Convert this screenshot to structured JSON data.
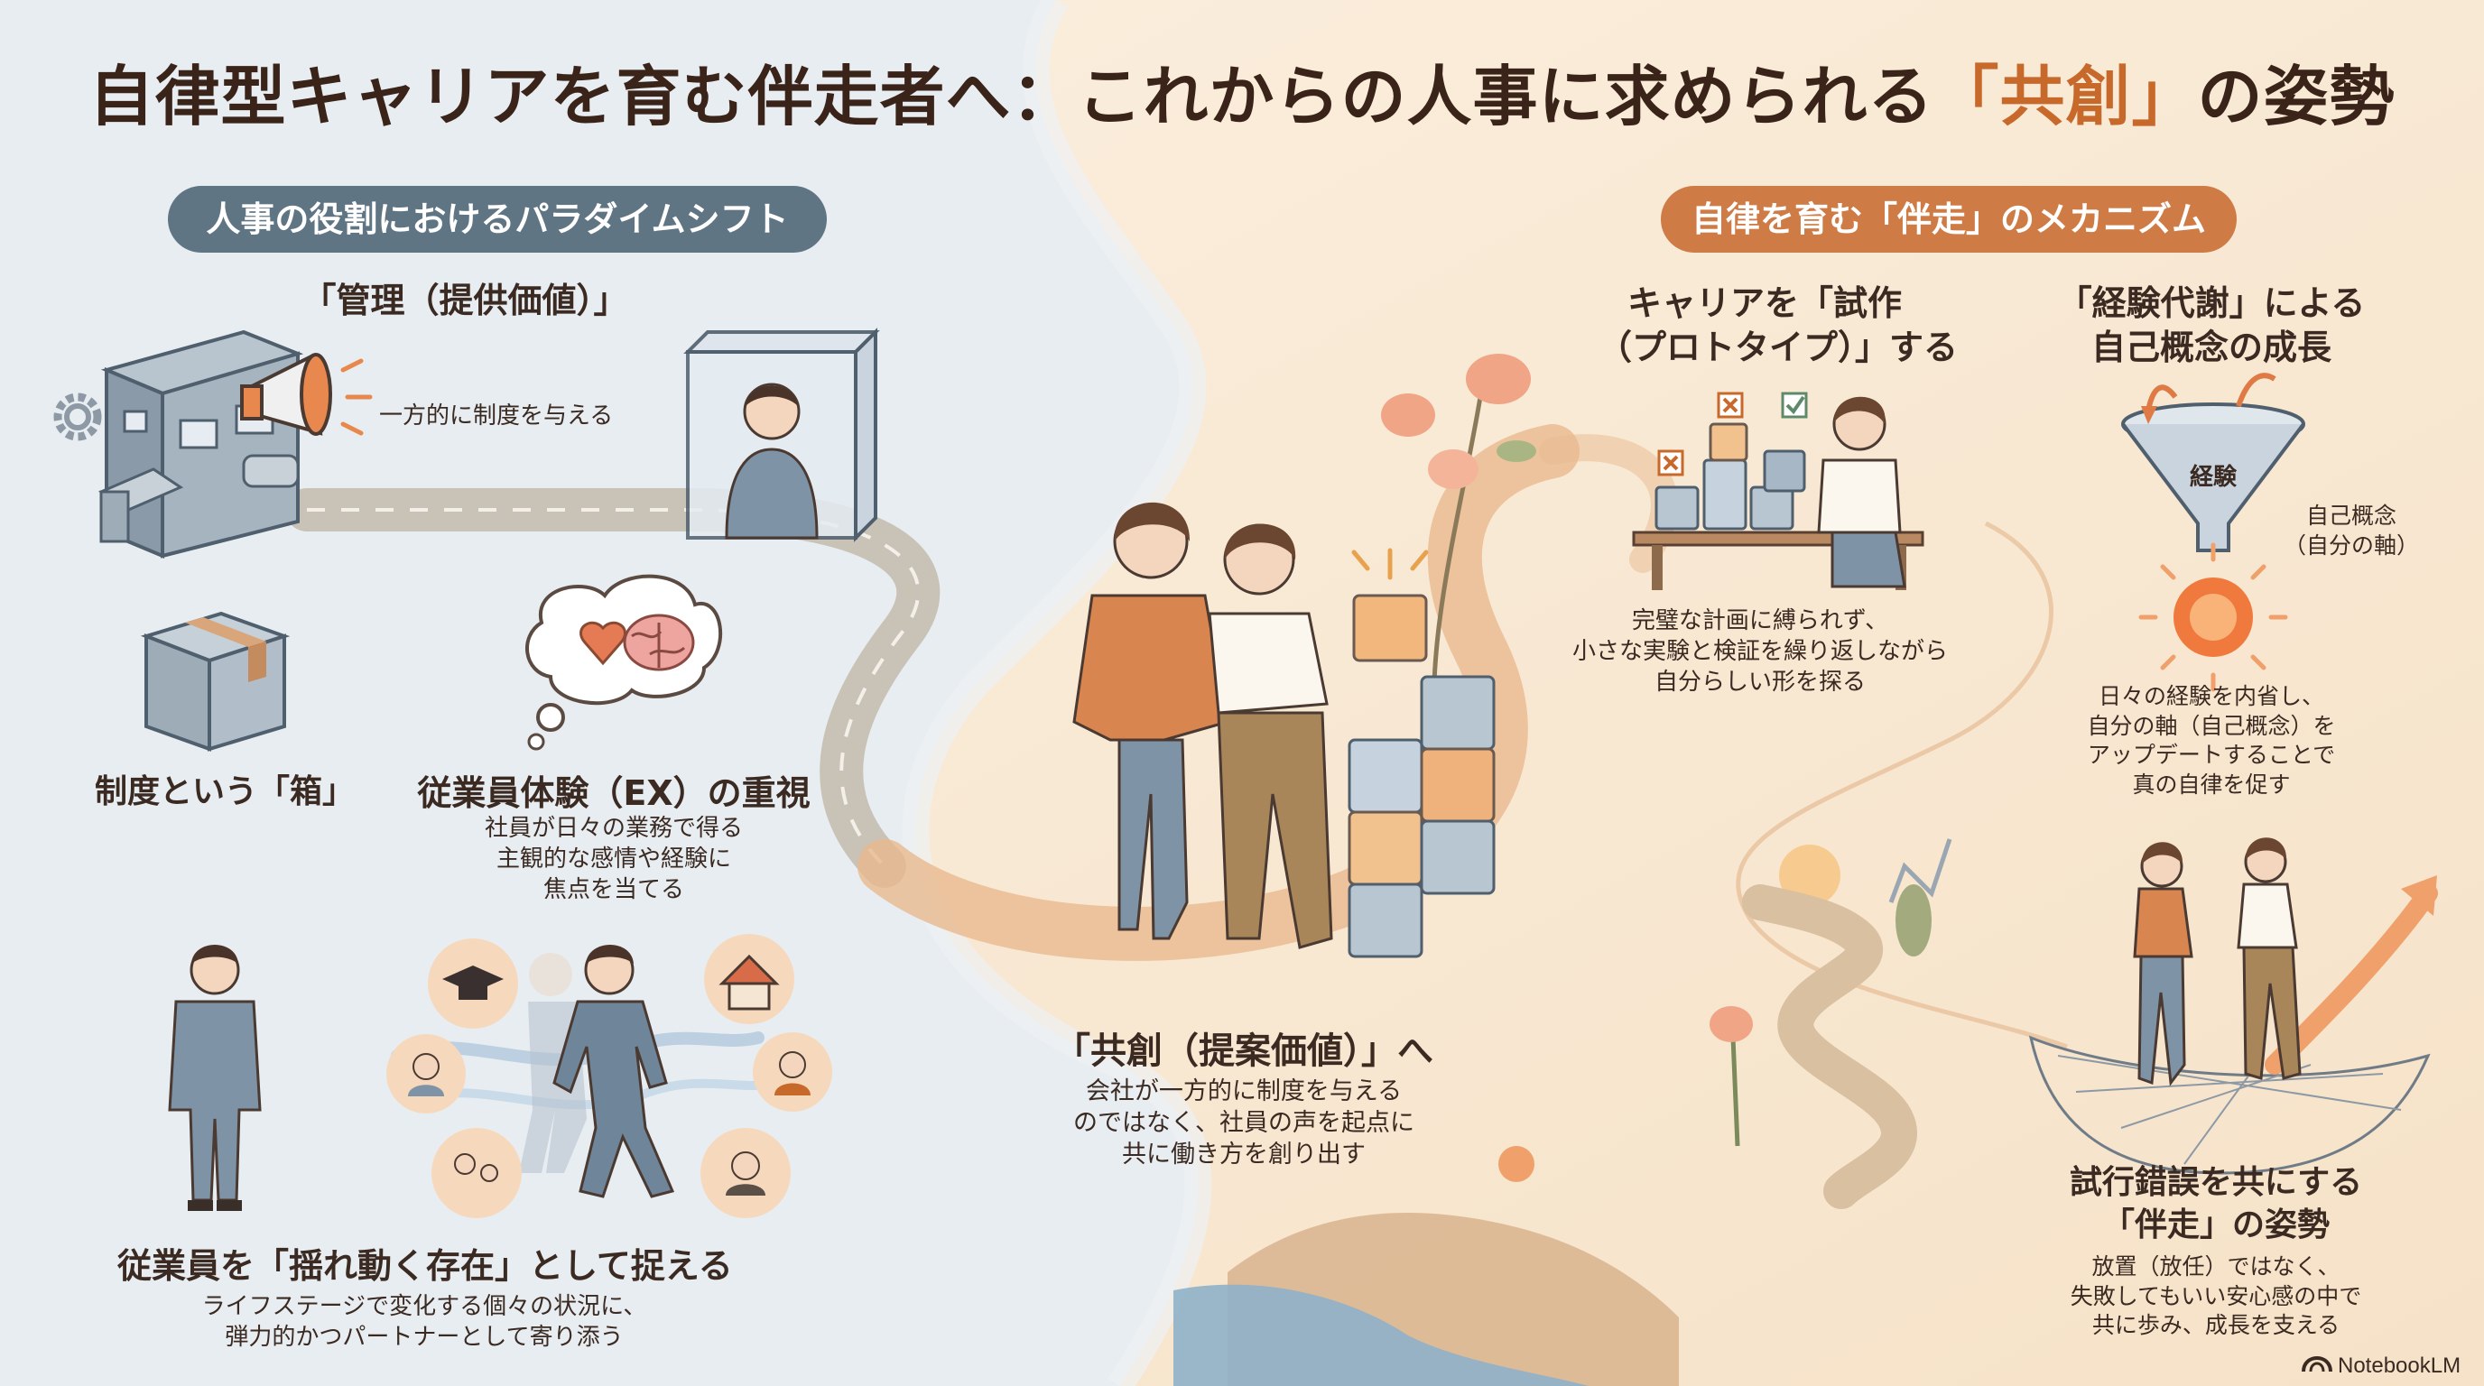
{
  "title": {
    "prefix": "自律型キャリアを育む伴走者へ：これからの人事に求められる",
    "highlight": "「共創」",
    "suffix": "の姿勢"
  },
  "left_section": {
    "heading": "人事の役割におけるパラダイムシフト",
    "management_label": "「管理（提供価値）」",
    "one_way_label": "一方的に制度を与える",
    "box_label": "制度という「箱」",
    "ex_title": "従業員体験（EX）の重視",
    "ex_body": [
      "社員が日々の業務で得る",
      "主観的な感情や経験に",
      "焦点を当てる"
    ],
    "shaking_title": "従業員を「揺れ動く存在」として捉える",
    "shaking_body": [
      "ライフステージで変化する個々の状況に、",
      "弾力的かつパートナーとして寄り添う"
    ]
  },
  "center_section": {
    "cocreation_title": "「共創（提案価値）」へ",
    "cocreation_body": [
      "会社が一方的に制度を与える",
      "のではなく、社員の声を起点に",
      "共に働き方を創り出す"
    ]
  },
  "right_section": {
    "heading": "自律を育む「伴走」のメカニズム",
    "prototype_title": [
      "キャリアを「試作",
      "（プロトタイプ）」する"
    ],
    "prototype_body": [
      "完璧な計画に縛られず、",
      "小さな実験と検証を繰り返しながら",
      "自分らしい形を探る"
    ],
    "metabolism_title": [
      "「経験代謝」による",
      "自己概念の成長"
    ],
    "funnel_label": "経験",
    "self_concept_label": [
      "自己概念",
      "（自分の軸）"
    ],
    "metabolism_body": [
      "日々の経験を内省し、",
      "自分の軸（自己概念）を",
      "アップデートすることで",
      "真の自律を促す"
    ],
    "companion_title": [
      "試行錯誤を共にする",
      "「伴走」の姿勢"
    ],
    "companion_body": [
      "放置（放任）ではなく、",
      "失敗してもいい安心感の中で",
      "共に歩み、成長を支える"
    ]
  },
  "footer": {
    "brand": "NotebookLM"
  },
  "colors": {
    "left_pill": "#5f7584",
    "right_pill": "#cf7b45",
    "accent": "#c8692c",
    "left_bg": "#e8edf1",
    "right_bg": "#f8ead6"
  }
}
